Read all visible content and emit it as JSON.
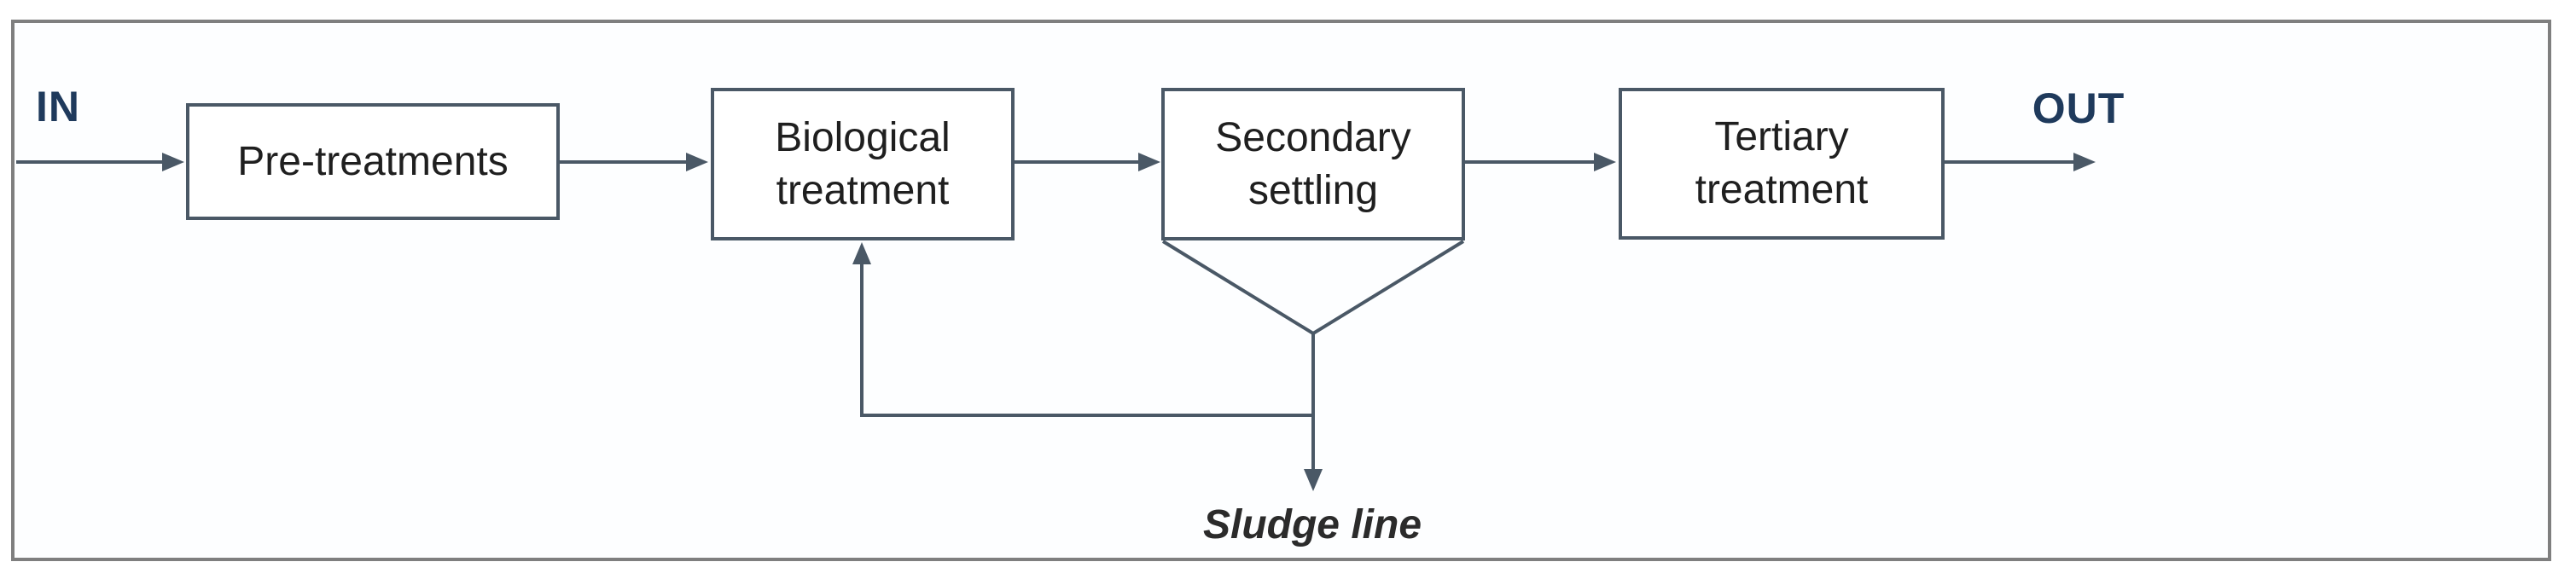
{
  "figure": {
    "type": "process-flow-diagram",
    "subject": "wastewater treatment line",
    "in_label": "IN",
    "out_label": "OUT",
    "nodes": [
      {
        "label": "Pre-treatments"
      },
      {
        "label": "Biological treatment"
      },
      {
        "label": "Secondary settling"
      },
      {
        "label": "Tertiary treatment"
      }
    ],
    "flow": [
      "IN -> Pre-treatments",
      "Pre-treatments -> Biological treatment",
      "Biological treatment -> Secondary settling",
      "Secondary settling -> Tertiary treatment",
      "Tertiary treatment -> OUT",
      "Secondary settling (funnel underflow) -> Sludge line (down)",
      "Sludge line branch -> recycle back up into Biological treatment"
    ],
    "sludge_label": "Sludge line",
    "colors": {
      "connector": "#4a5866",
      "box_border": "#4a5866",
      "frame_border": "#7f7f7f",
      "in_out_text": "#1f3a5c",
      "box_text": "#1f1f1f",
      "annotation_text": "#2b2b2b",
      "background": "#ffffff"
    }
  }
}
